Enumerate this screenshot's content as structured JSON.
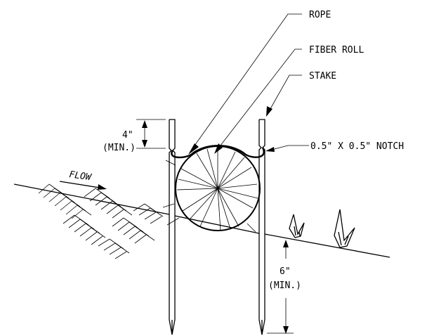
{
  "labels": {
    "rope": "ROPE",
    "fiber_roll": "FIBER ROLL",
    "stake": "STAKE",
    "notch": "0.5\" X 0.5\" NOTCH",
    "flow": "FLOW",
    "dim_top_value": "4\"",
    "dim_top_note": "(MIN.)",
    "dim_bottom_value": "6\"",
    "dim_bottom_note": "(MIN.)"
  },
  "colors": {
    "line": "#000000",
    "background": "#ffffff"
  }
}
